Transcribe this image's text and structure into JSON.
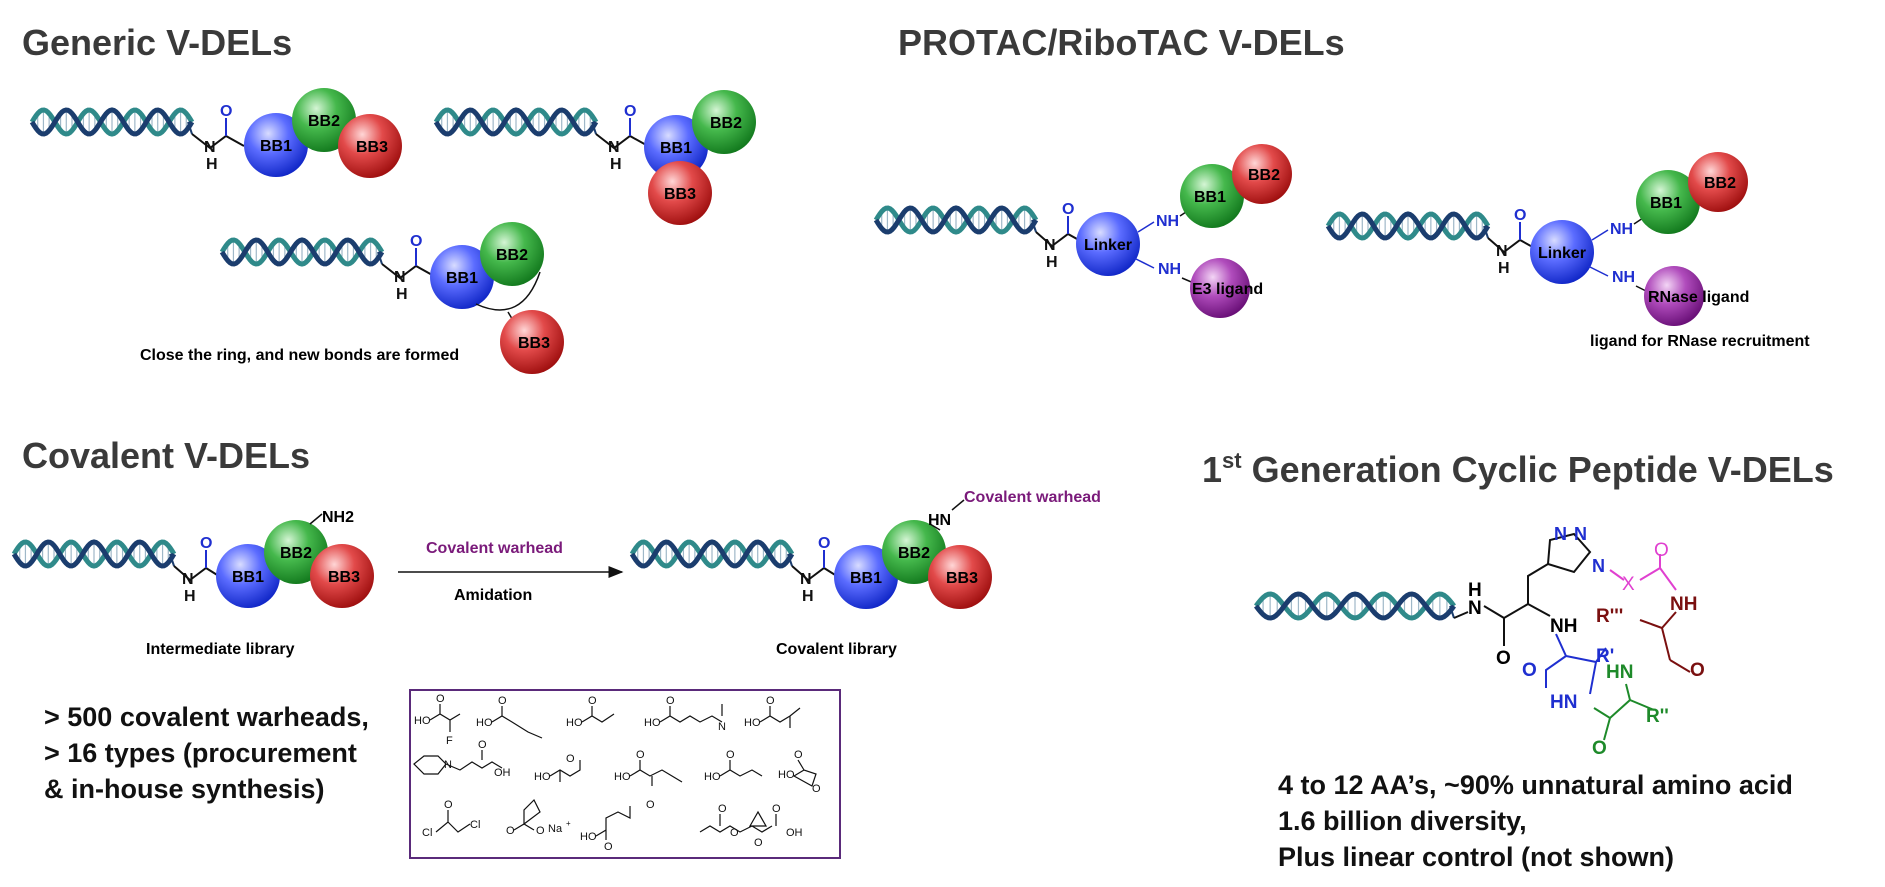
{
  "colors": {
    "title": "#3a3a3a",
    "dna_dark": "#1b3d6e",
    "dna_teal": "#2f8a8a",
    "bb1": "#1f3fe0",
    "bb2": "#1e9a30",
    "bb3": "#c81e1e",
    "linker": "#1f3fe0",
    "e3": "#8a1f9a",
    "warhead_text": "#7a1a7a",
    "frame": "#5a2a7a",
    "pink": "#e040d0",
    "maroon": "#7a1010",
    "green": "#1e8a2a",
    "blue": "#1f2fd0"
  },
  "generic": {
    "title": "Generic V-DELs",
    "bb1": "BB1",
    "bb2": "BB2",
    "bb3": "BB3",
    "o": "O",
    "n": "N",
    "h": "H",
    "ring_caption": "Close the ring, and new bonds are formed"
  },
  "protac": {
    "title": "PROTAC/RiboTAC  V-DELs",
    "linker": "Linker",
    "nh": "NH",
    "bb1": "BB1",
    "bb2": "BB2",
    "e3": "E3 ligand",
    "rnase": "RNase ligand",
    "rnase_caption": "ligand for RNase recruitment"
  },
  "covalent": {
    "title": "Covalent V-DELs",
    "nh2": "NH2",
    "hn": "HN",
    "warhead_label": "Covalent warhead",
    "arrow_label": "Amidation",
    "intermediate_caption": "Intermediate library",
    "covalent_caption": "Covalent library",
    "bullets": [
      "> 500 covalent warheads,",
      "> 16 types (procurement",
      "& in-house synthesis)"
    ]
  },
  "warhead_box": {
    "atoms": {
      "ho": "HO",
      "o": "O",
      "f": "F",
      "n": "N",
      "oh": "OH",
      "cl": "Cl",
      "na": "Na",
      "plus": "+"
    }
  },
  "cyclic": {
    "title_num": "1",
    "title_sup": "st",
    "title_rest": " Generation Cyclic Peptide V-DELs",
    "n": "N",
    "x": "X",
    "o": "O",
    "nh": "NH",
    "hn": "HN",
    "h": "H",
    "r1": "R'",
    "r2": "R''",
    "r3": "R'''",
    "lines": [
      "4 to 12 AA’s, ~90% unnatural amino acid",
      "1.6 billion diversity,",
      "Plus linear control (not shown)"
    ]
  }
}
